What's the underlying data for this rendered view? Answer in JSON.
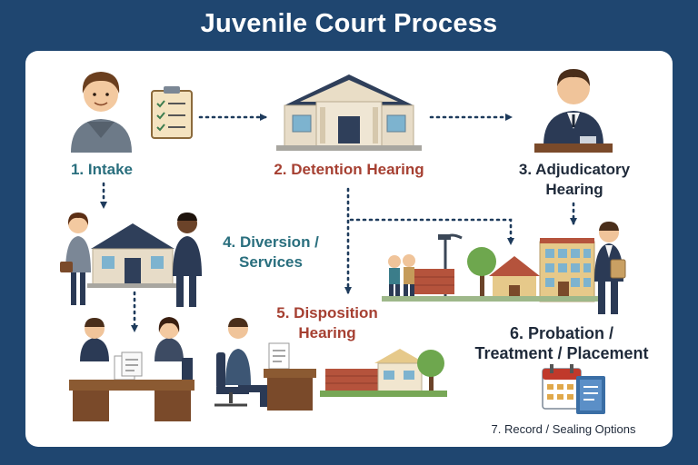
{
  "title": "Juvenile Court Process",
  "steps": [
    {
      "label": "1. Intake"
    },
    {
      "label": "2. Detention Hearing"
    },
    {
      "label_line1": "3. Adjudicatory",
      "label_line2": "Hearing"
    },
    {
      "label_line1": "4. Diversion /",
      "label_line2": "Services"
    },
    {
      "label_line1": "5. Disposition",
      "label_line2": "Hearing"
    },
    {
      "label_line1": "6. Probation /",
      "label_line2": "Treatment / Placement"
    },
    {
      "label": "7. Record / Sealing Options"
    }
  ],
  "colors": {
    "background": "#1f4670",
    "panel": "#ffffff",
    "teal_label": "#2a6f7e",
    "red_label": "#a64032",
    "arrow": "#1e3b5c"
  },
  "icons": [
    "youth-icon",
    "clipboard-icon",
    "courthouse-icon",
    "judge-icon",
    "family-courthouse-icon",
    "officer-icon",
    "neighborhood-icon",
    "probation-officer-icon",
    "meeting-desk-icon",
    "worker-desk-icon",
    "community-icon",
    "calendar-icon",
    "document-icon"
  ]
}
